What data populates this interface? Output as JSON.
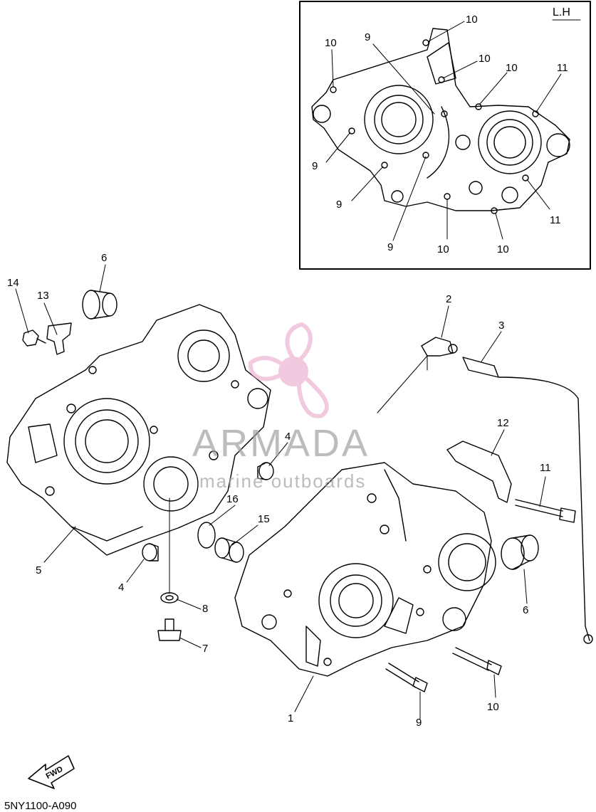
{
  "inset": {
    "tag": "L.H"
  },
  "callouts": {
    "inset": [
      "10",
      "9",
      "10",
      "10",
      "10",
      "11",
      "9",
      "9",
      "11",
      "9",
      "10",
      "10"
    ],
    "main": [
      "6",
      "14",
      "13",
      "2",
      "3",
      "12",
      "11",
      "4",
      "16",
      "15",
      "5",
      "4",
      "8",
      "7",
      "6",
      "1",
      "9",
      "10"
    ]
  },
  "footer": {
    "doc_code": "5NY1100-A090",
    "fwd_label": "FWD"
  },
  "watermark": {
    "name": "ARMADA",
    "tagline": "marine outboards",
    "color": "#e8a0c8"
  },
  "colors": {
    "line": "#000000",
    "background": "#ffffff"
  }
}
